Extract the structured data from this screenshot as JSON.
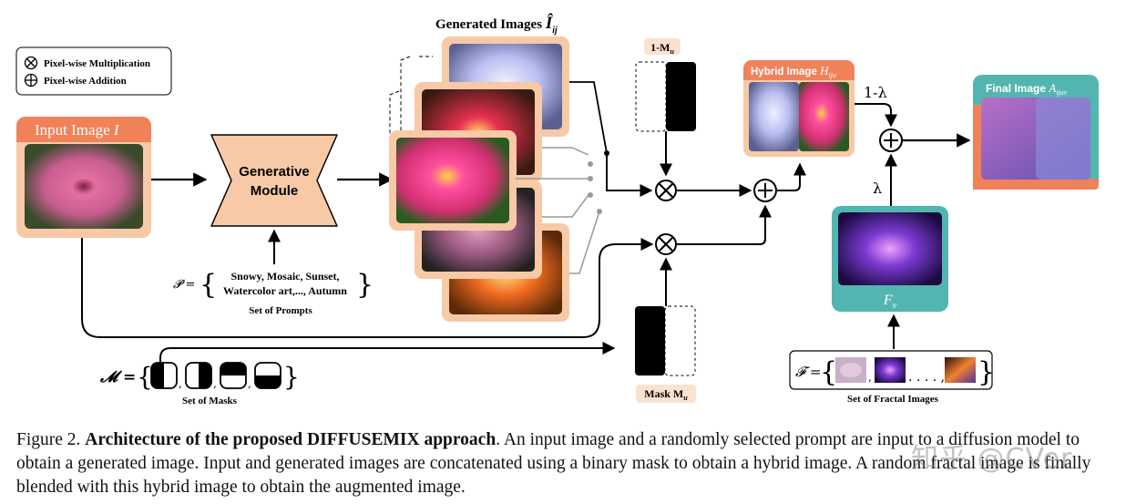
{
  "legend": {
    "multiply_label": "Pixel-wise Multiplication",
    "add_label": "Pixel-wise Addition",
    "multiply_symbol": "⊗",
    "add_symbol": "⊕"
  },
  "input": {
    "title": "Input Image",
    "symbol": "I"
  },
  "module": {
    "line1": "Generative",
    "line2": "Module"
  },
  "generated": {
    "title": "Generated Images",
    "symbol": "Î",
    "subscript": "ij"
  },
  "prompts": {
    "symbol": "𝓟 =",
    "line1": "Snowy, Mosaic, Sunset,",
    "line2": "Watercolor art,..., Autumn",
    "caption": "Set of Prompts"
  },
  "mask_inv": {
    "label": "1-M",
    "subscript": "u"
  },
  "mask": {
    "label": "Mask M",
    "subscript": "u"
  },
  "masks_set": {
    "symbol": "𝓜 =",
    "caption": "Set of Masks"
  },
  "hybrid": {
    "title": "Hybrid Image",
    "symbol": "H",
    "subscript": "iju"
  },
  "lambda": {
    "one_minus": "1-λ",
    "lam": "λ"
  },
  "final": {
    "title": "Final Image",
    "symbol": "A",
    "subscript": "ijuv"
  },
  "fractal": {
    "symbol": "F",
    "subscript": "v"
  },
  "fractal_set": {
    "symbol": "𝓕 =",
    "dots": ". . . . ,",
    "caption": "Set of Fractal Images"
  },
  "figure_caption": {
    "label": "Figure 2.",
    "bold_a": "Architecture of the proposed ",
    "name_d": "D",
    "name_iffuse": "IFFUSE",
    "name_m": "M",
    "name_ix": "IX",
    "bold_b": " approach",
    "rest": ". An input image and a randomly selected prompt are input to a diffusion model to obtain a generated image. Input and generated images are concatenated using a binary mask to obtain a hybrid image. A random fractal image is finally blended with this hybrid image to obtain the augmented image."
  },
  "watermark": "知乎 @CVer",
  "colors": {
    "orange": "#f0825a",
    "peach": "#f7c9a6",
    "peach_light": "#fbe2cf",
    "teal": "#53b5b0",
    "teal_light": "#8fd0cc"
  }
}
